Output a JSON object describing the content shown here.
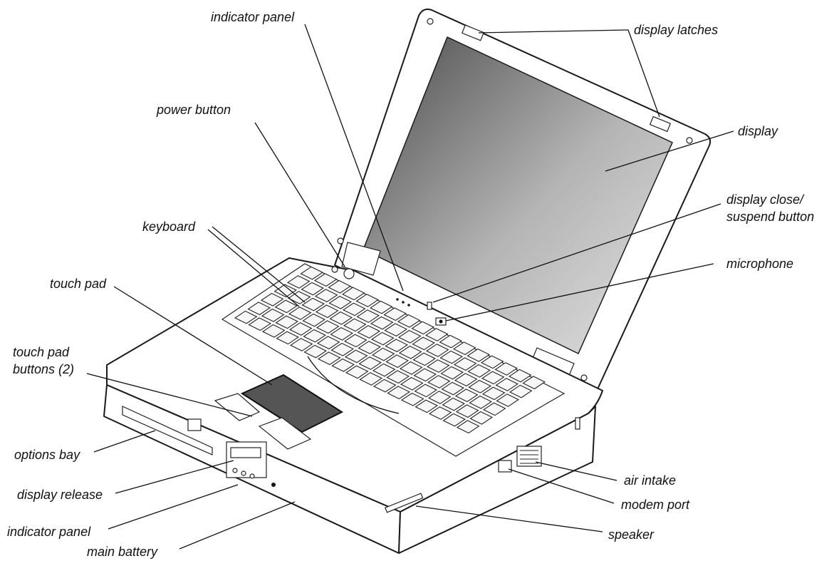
{
  "diagram": {
    "labels": {
      "indicator_panel_top": "indicator panel",
      "display_latches": "display latches",
      "power_button": "power button",
      "display": "display",
      "keyboard": "keyboard",
      "display_close_line1": "display close/",
      "display_close_line2": "suspend button",
      "microphone": "microphone",
      "touch_pad": "touch pad",
      "touch_pad_buttons_line1": "touch pad",
      "touch_pad_buttons_line2": "buttons (2)",
      "options_bay": "options bay",
      "air_intake": "air intake",
      "display_release": "display release",
      "modem_port": "modem port",
      "indicator_panel_bottom": "indicator panel",
      "speaker": "speaker",
      "main_battery": "main battery"
    },
    "colors": {
      "ink": "#111111",
      "screen_dark": "#555555",
      "screen_light": "#d6d6d6"
    }
  }
}
